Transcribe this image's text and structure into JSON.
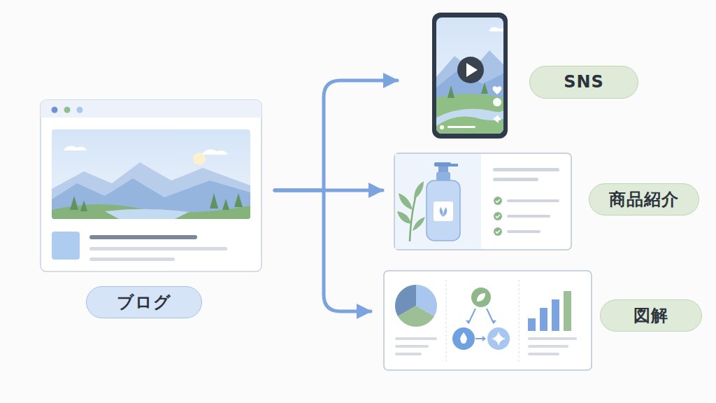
{
  "diagram": {
    "nodes": [
      {
        "text": [
          "ブログ"
        ]
      },
      {
        "text": [
          "SNS"
        ]
      },
      {
        "text": [
          "商品紹介"
        ]
      },
      {
        "text": [
          "図解"
        ]
      }
    ],
    "edges": [
      {
        "from": 0,
        "to": 1,
        "arrow": "to"
      },
      {
        "from": 0,
        "to": 2,
        "arrow": "to"
      },
      {
        "from": 0,
        "to": 3,
        "arrow": "to"
      }
    ]
  }
}
